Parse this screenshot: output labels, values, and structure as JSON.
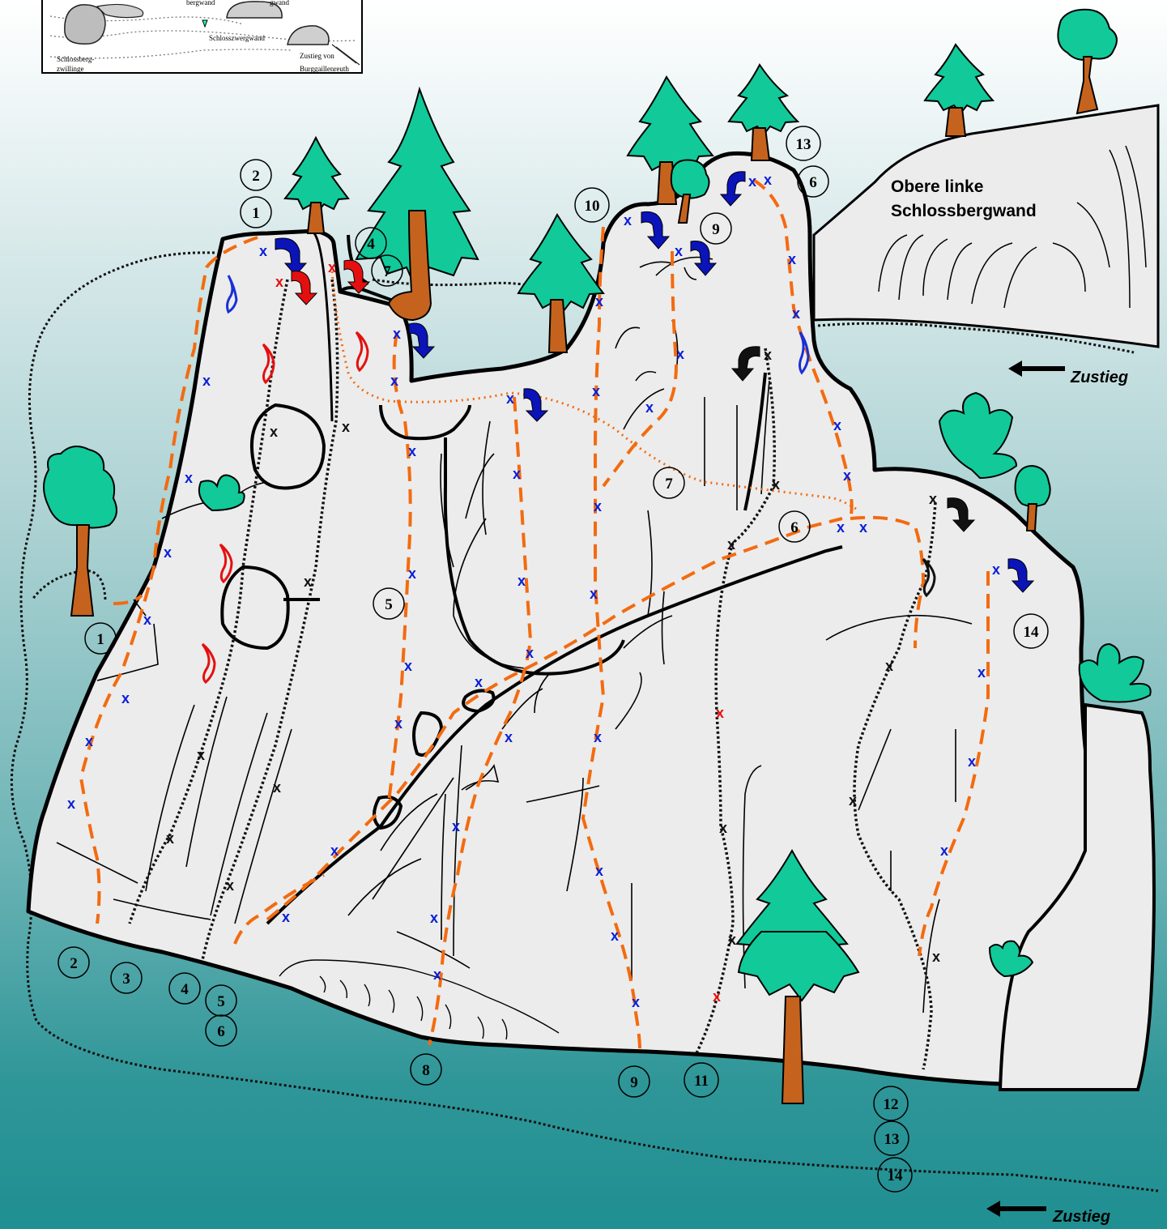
{
  "inset_map": {
    "labels": [
      "bergwand",
      "gwand",
      "Schlosszwergwand",
      "Schlossberg-",
      "zwillinge",
      "Zustieg von",
      "Burggaillenreuth"
    ]
  },
  "wall_label_line1": "Obere linke",
  "wall_label_line2": "Schlossbergwand",
  "approach_label": "Zustieg",
  "route_number_labels": [
    "1",
    "2",
    "3",
    "4",
    "5",
    "6",
    "7",
    "8",
    "9",
    "10",
    "11",
    "12",
    "13",
    "14"
  ],
  "bolt_mark": "x",
  "colors": {
    "rock": "#ececec",
    "tree_foliage": "#12c99a",
    "trunk": "#c5631e",
    "route_line": "#f36b10",
    "bolt_blue": "#0a1fd6",
    "bolt_red": "#e41010",
    "lower_arrow_blue": "#0a14b8",
    "lower_arrow_red": "#e41010"
  }
}
